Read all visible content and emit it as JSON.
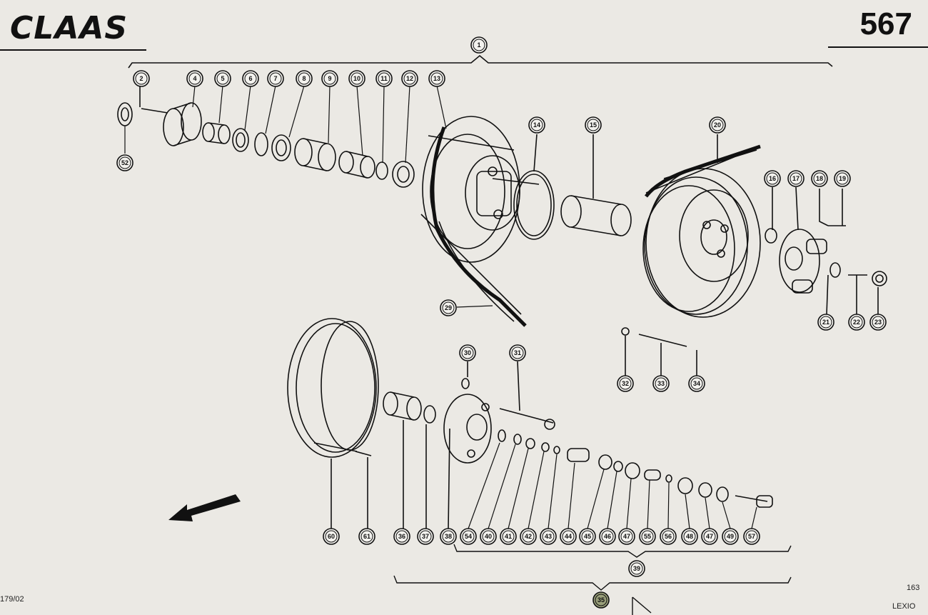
{
  "header": {
    "logo_text": "CLAAS",
    "page_number": "567"
  },
  "footer": {
    "left_code": "179/02",
    "right_code": "163",
    "right_model": "LEXIO"
  },
  "callouts": [
    {
      "id": "c1",
      "label": "1"
    },
    {
      "id": "c2",
      "label": "2"
    },
    {
      "id": "c4",
      "label": "4"
    },
    {
      "id": "c5",
      "label": "5"
    },
    {
      "id": "c6",
      "label": "6"
    },
    {
      "id": "c7",
      "label": "7"
    },
    {
      "id": "c8",
      "label": "8"
    },
    {
      "id": "c9",
      "label": "9"
    },
    {
      "id": "c10",
      "label": "10"
    },
    {
      "id": "c11",
      "label": "11"
    },
    {
      "id": "c12",
      "label": "12"
    },
    {
      "id": "c13",
      "label": "13"
    },
    {
      "id": "c52",
      "label": "52"
    },
    {
      "id": "c14",
      "label": "14"
    },
    {
      "id": "c15",
      "label": "15"
    },
    {
      "id": "c20",
      "label": "20"
    },
    {
      "id": "c16",
      "label": "16"
    },
    {
      "id": "c17",
      "label": "17"
    },
    {
      "id": "c18",
      "label": "18"
    },
    {
      "id": "c19",
      "label": "19"
    },
    {
      "id": "c21",
      "label": "21"
    },
    {
      "id": "c22",
      "label": "22"
    },
    {
      "id": "c23",
      "label": "23"
    },
    {
      "id": "c29",
      "label": "29"
    },
    {
      "id": "c30",
      "label": "30"
    },
    {
      "id": "c31",
      "label": "31"
    },
    {
      "id": "c32",
      "label": "32"
    },
    {
      "id": "c33",
      "label": "33"
    },
    {
      "id": "c34",
      "label": "34"
    },
    {
      "id": "c60",
      "label": "60"
    },
    {
      "id": "c61",
      "label": "61"
    },
    {
      "id": "c36",
      "label": "36"
    },
    {
      "id": "c37",
      "label": "37"
    },
    {
      "id": "c38",
      "label": "38"
    },
    {
      "id": "c54",
      "label": "54"
    },
    {
      "id": "c40",
      "label": "40"
    },
    {
      "id": "c41",
      "label": "41"
    },
    {
      "id": "c42",
      "label": "42"
    },
    {
      "id": "c43",
      "label": "43"
    },
    {
      "id": "c44",
      "label": "44"
    },
    {
      "id": "c45",
      "label": "45"
    },
    {
      "id": "c46",
      "label": "46"
    },
    {
      "id": "c47a",
      "label": "47"
    },
    {
      "id": "c55",
      "label": "55"
    },
    {
      "id": "c56",
      "label": "56"
    },
    {
      "id": "c48",
      "label": "48"
    },
    {
      "id": "c47b",
      "label": "47"
    },
    {
      "id": "c49",
      "label": "49"
    },
    {
      "id": "c57",
      "label": "57"
    },
    {
      "id": "c39",
      "label": "39"
    },
    {
      "id": "c35",
      "label": "35"
    }
  ]
}
